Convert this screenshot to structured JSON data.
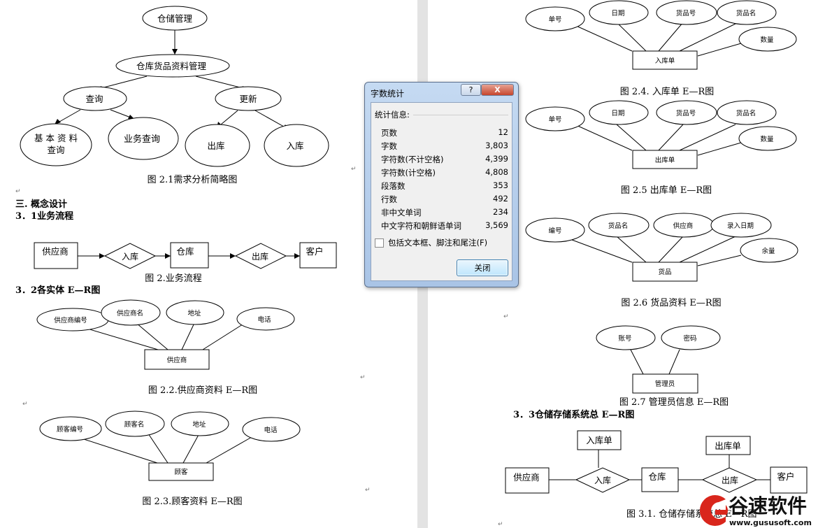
{
  "pilcrow": "↵",
  "left": {
    "fig21": {
      "root": "仓储管理",
      "mid": "仓库货品资料管理",
      "query": "查询",
      "update": "更新",
      "basic_l1": "基 本 资 料",
      "basic_l2": "查询",
      "biz": "业务查询",
      "out": "出库",
      "in": "入库",
      "caption": "图 2.1需求分析简略图"
    },
    "h_concept": "三. 概念设计",
    "h_flow": "3．1业务流程",
    "fig2": {
      "supplier": "供应商",
      "in": "入库",
      "warehouse": "仓库",
      "out": "出库",
      "customer": "客户",
      "caption": "图 2.业务流程"
    },
    "h_entities": "3．2各实体 E—R图",
    "fig22": {
      "attrs": [
        "供应商编号",
        "供应商名",
        "地址",
        "电话"
      ],
      "entity": "供应商",
      "caption": "图 2.2.供应商资料 E—R图"
    },
    "fig23": {
      "attrs": [
        "顾客编号",
        "顾客名",
        "地址",
        "电话"
      ],
      "entity": "顾客",
      "caption": "图 2.3.顾客资料 E—R图"
    }
  },
  "right": {
    "fig24": {
      "attrs": [
        "单号",
        "日期",
        "货品号",
        "货品名",
        "数量"
      ],
      "entity": "入库单",
      "caption": "图 2.4. 入库单 E—R图"
    },
    "fig25": {
      "attrs": [
        "单号",
        "日期",
        "货品号",
        "货品名",
        "数量"
      ],
      "entity": "出库单",
      "caption": "图 2.5 出库单 E—R图"
    },
    "fig26": {
      "attrs": [
        "编号",
        "货品名",
        "供应商",
        "录入日期",
        "余量"
      ],
      "entity": "货品",
      "caption": "图 2.6 货品资料 E—R图"
    },
    "fig27": {
      "attrs": [
        "账号",
        "密码"
      ],
      "entity": "管理员",
      "caption": "图 2.7 管理员信息 E—R图"
    },
    "h_total": "3．3仓储存储系统总 E—R图",
    "fig31": {
      "in_doc": "入库单",
      "out_doc": "出库单",
      "supplier": "供应商",
      "in": "入库",
      "warehouse": "仓库",
      "out": "出库",
      "customer": "客户",
      "caption": "图 3.1. 仓储存储系统总 E—R图"
    }
  },
  "dialog": {
    "title": "字数统计",
    "help": "?",
    "close_x": "X",
    "section": "统计信息:",
    "stats": [
      {
        "label": "页数",
        "value": "12"
      },
      {
        "label": "字数",
        "value": "3,803"
      },
      {
        "label": "字符数(不计空格)",
        "value": "4,399"
      },
      {
        "label": "字符数(计空格)",
        "value": "4,808"
      },
      {
        "label": "段落数",
        "value": "353"
      },
      {
        "label": "行数",
        "value": "492"
      },
      {
        "label": "非中文单词",
        "value": "234"
      },
      {
        "label": "中文字符和朝鲜语单词",
        "value": "3,569"
      }
    ],
    "checkbox_label": "包括文本框、脚注和尾注(F)",
    "close_button": "关闭"
  },
  "watermark": {
    "brand": "谷速软件",
    "url": "www.gususoft.com",
    "color": "#d9261c"
  }
}
